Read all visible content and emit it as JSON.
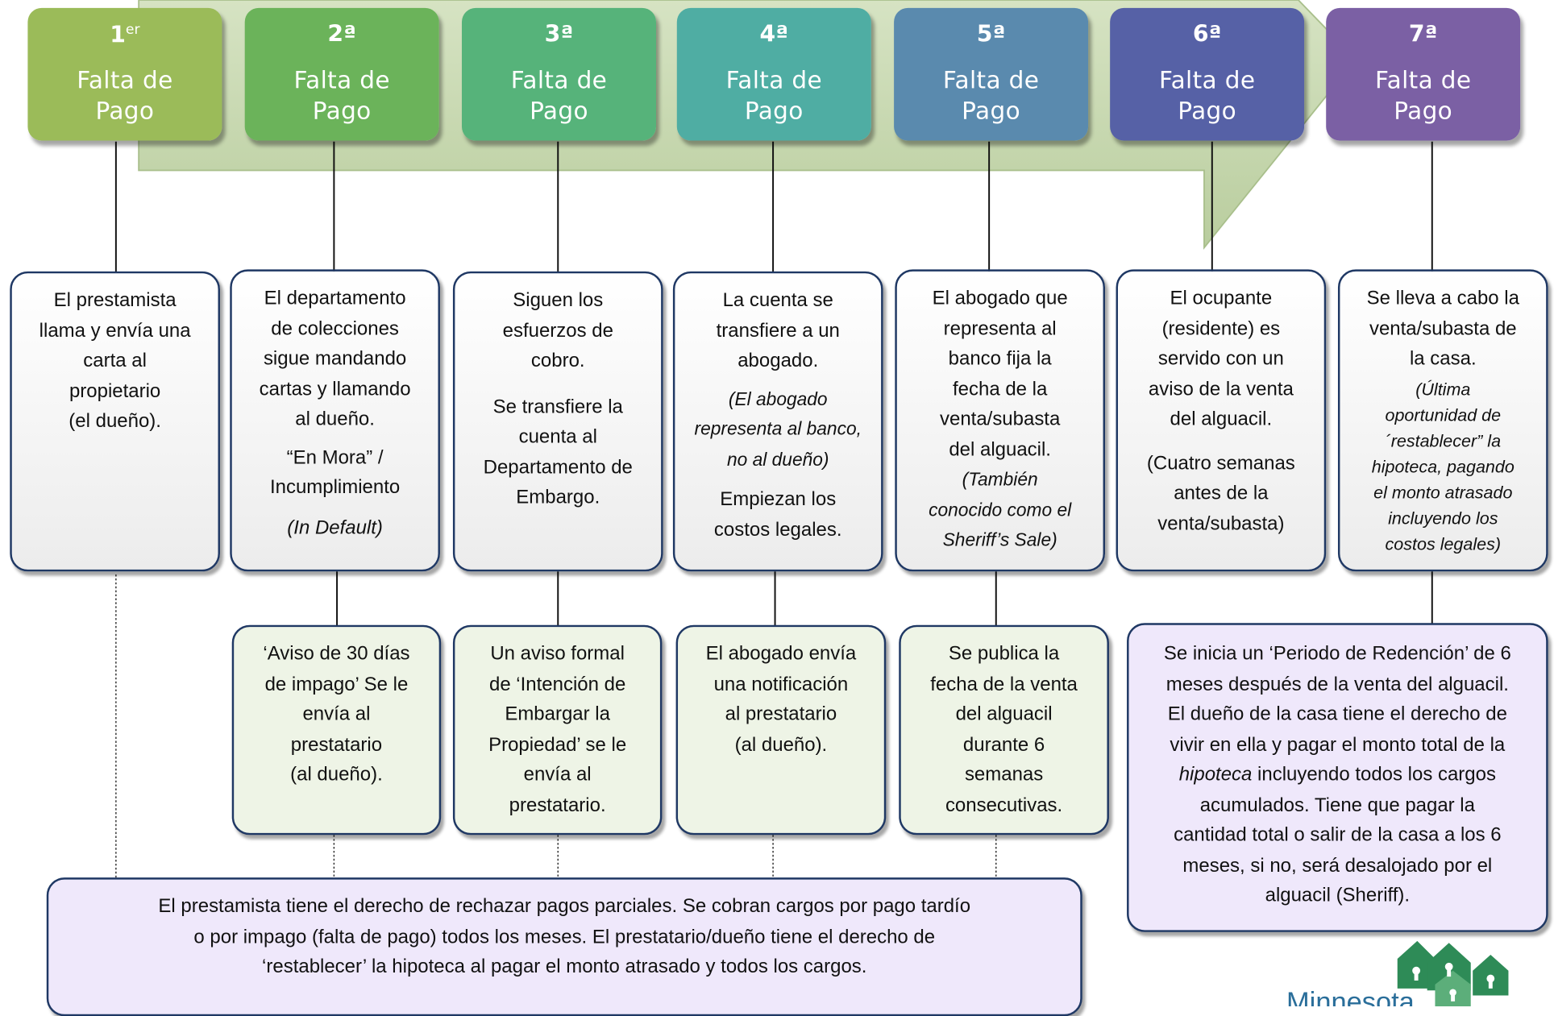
{
  "stages": [
    {
      "num": "1",
      "sup": "er",
      "line1": "Falta de",
      "line2": "Pago",
      "color": "#9bbb59"
    },
    {
      "num": "2ª",
      "sup": "",
      "line1": "Falta de",
      "line2": "Pago",
      "color": "#6bb35a"
    },
    {
      "num": "3ª",
      "sup": "",
      "line1": "Falta de",
      "line2": "Pago",
      "color": "#56b37a"
    },
    {
      "num": "4ª",
      "sup": "",
      "line1": "Falta de",
      "line2": "Pago",
      "color": "#4fada3"
    },
    {
      "num": "5ª",
      "sup": "",
      "line1": "Falta de",
      "line2": "Pago",
      "color": "#5a8aae"
    },
    {
      "num": "6ª",
      "sup": "",
      "line1": "Falta de",
      "line2": "Pago",
      "color": "#5661a6"
    },
    {
      "num": "7ª",
      "sup": "",
      "line1": "Falta de",
      "line2": "Pago",
      "color": "#7b60a4"
    }
  ],
  "cards": {
    "c1": [
      "El prestamista",
      "llama y envía una",
      "carta al",
      "propietario",
      "(el dueño)."
    ],
    "c2a": [
      "El departamento",
      "de colecciones",
      "sigue mandando",
      "cartas y llamando",
      "al dueño."
    ],
    "c2b": [
      "“En Mora” /",
      "Incumplimiento"
    ],
    "c2c": "(In Default)",
    "c3a": [
      "Siguen los",
      "esfuerzos de",
      "cobro."
    ],
    "c3b": [
      "Se transfiere la",
      "cuenta al",
      "Departamento de",
      "Embargo."
    ],
    "c4a": [
      "La cuenta se",
      "transfiere a un",
      "abogado."
    ],
    "c4b": [
      "(El abogado",
      "representa al banco,",
      "no al dueño)"
    ],
    "c4c": [
      "Empiezan los",
      "costos legales."
    ],
    "c5a": [
      "El abogado que",
      "representa al",
      "banco fija la",
      "fecha de la",
      "venta/subasta",
      "del alguacil."
    ],
    "c5b": [
      "(También",
      "conocido como el",
      "Sheriff’s Sale)"
    ],
    "c6a": [
      "El ocupante",
      "(residente) es",
      "servido con un",
      "aviso de la venta",
      "del alguacil."
    ],
    "c6b": [
      "(Cuatro semanas",
      "antes de la",
      "venta/subasta)"
    ],
    "c7a": [
      "Se lleva a cabo la",
      "venta/subasta de",
      "la casa."
    ],
    "c7b": [
      "(Última",
      "oportunidad de",
      "´restablecer” la",
      "hipoteca, pagando",
      "el monto atrasado",
      "incluyendo los",
      "costos legales)"
    ],
    "n2": [
      "‘Aviso de 30 días",
      "de impago’ Se le",
      "envía al",
      "prestatario",
      "(al dueño)."
    ],
    "n3": [
      "Un aviso formal",
      "de ‘Intención de",
      "Embargar la",
      "Propiedad’ se le",
      "envía al",
      "prestatario."
    ],
    "n4": [
      "El abogado envía",
      "una notificación",
      "al prestatario",
      "(al dueño)."
    ],
    "n5": [
      "Se publica la",
      "fecha de la venta",
      "del alguacil",
      "durante 6",
      "semanas",
      "consecutivas."
    ],
    "red_lines": [
      "Se inicia un ‘Periodo de Redención’ de 6",
      "meses después de la venta del alguacil.",
      "El dueño de la casa tiene el derecho de",
      "vivir en ella y pagar el monto total de la"
    ],
    "red_italic": "hipoteca",
    "red_rest": " incluyendo todos los cargos",
    "red_lines2": [
      "acumulados.   Tiene que pagar la",
      "cantidad total o salir de la casa a los 6",
      "meses, si no, será desalojado por el",
      "alguacil (Sheriff)."
    ],
    "bottom": [
      "El prestamista tiene el derecho de rechazar pagos parciales.  Se cobran cargos por pago tardío",
      "o por impago (falta de pago) todos los meses.  El prestatario/dueño tiene el derecho de",
      "‘restablecer’ la hipoteca al pagar el monto atrasado y todos los cargos."
    ]
  },
  "logo": {
    "text": "Minnesota"
  }
}
